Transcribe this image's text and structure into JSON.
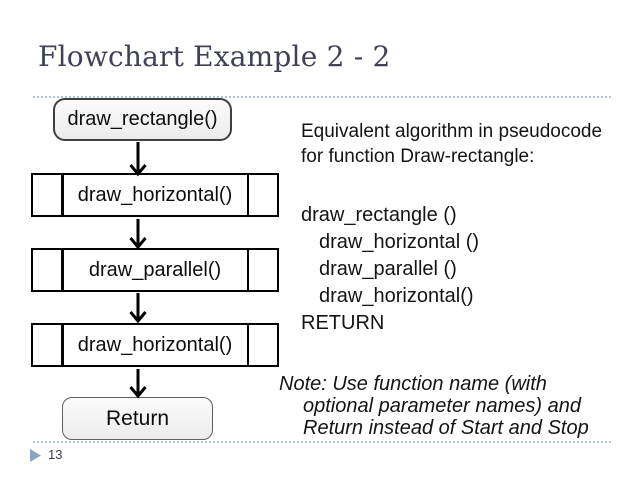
{
  "slide": {
    "title": "Flowchart Example 2 - 2",
    "page_number": "13"
  },
  "flowchart": {
    "nodes": [
      {
        "type": "terminator",
        "label": "draw_rectangle()"
      },
      {
        "type": "predefined-process",
        "label": "draw_horizontal()"
      },
      {
        "type": "predefined-process",
        "label": "draw_parallel()"
      },
      {
        "type": "predefined-process",
        "label": "draw_horizontal()"
      },
      {
        "type": "terminator",
        "label": "Return"
      }
    ]
  },
  "pseudocode": {
    "intro": [
      "Equivalent algorithm in pseudocode",
      "for function Draw-rectangle:"
    ],
    "lines": [
      {
        "text": "draw_rectangle ()",
        "indent": 0
      },
      {
        "text": "draw_horizontal ()",
        "indent": 1
      },
      {
        "text": "draw_parallel ()",
        "indent": 1
      },
      {
        "text": "draw_horizontal()",
        "indent": 1
      },
      {
        "text": "RETURN",
        "indent": 0
      }
    ]
  },
  "note": {
    "lines": [
      "Note: Use function name (with",
      "optional parameter names) and",
      "Return instead of Start and Stop"
    ]
  },
  "colors": {
    "title_text": "#3f4254",
    "dotted_rule": "#aac5dd",
    "bullet_triangle": "#8ba5c1",
    "shape_border": "#000000",
    "terminator_fill": "#f2f2f2",
    "body_text": "#141414"
  }
}
